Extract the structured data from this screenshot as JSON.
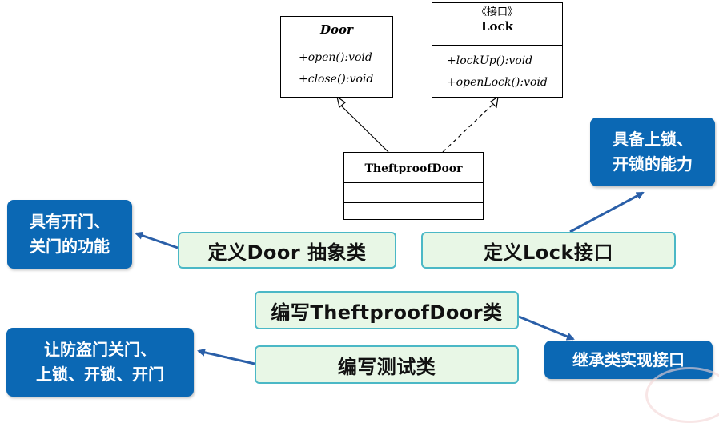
{
  "classes": {
    "door": {
      "name": "Door",
      "ops": [
        "+open():void",
        "+close():void"
      ]
    },
    "lock": {
      "stereotype": "《接口》",
      "name": "Lock",
      "ops": [
        "+lockUp():void",
        "+openLock():void"
      ]
    },
    "theftproof": {
      "name": "TheftproofDoor"
    }
  },
  "boxes": {
    "define_door": "定义Door 抽象类",
    "define_lock": "定义Lock接口",
    "write_theftproof": "编写TheftproofDoor类",
    "write_test": "编写测试类"
  },
  "notes": {
    "door_function": [
      "具有开门、",
      "关门的功能"
    ],
    "lock_ability": [
      "具备上锁、",
      "开锁的能力"
    ],
    "inherit": "继承类实现接口",
    "test_actions": [
      "让防盗门关门、",
      "上锁、开锁、开门"
    ]
  },
  "colors": {
    "note_blue": "#0b68b4",
    "box_fill": "#e8f7e6",
    "box_border": "#4bb8c6",
    "arrow_blue": "#2a5fa8"
  }
}
